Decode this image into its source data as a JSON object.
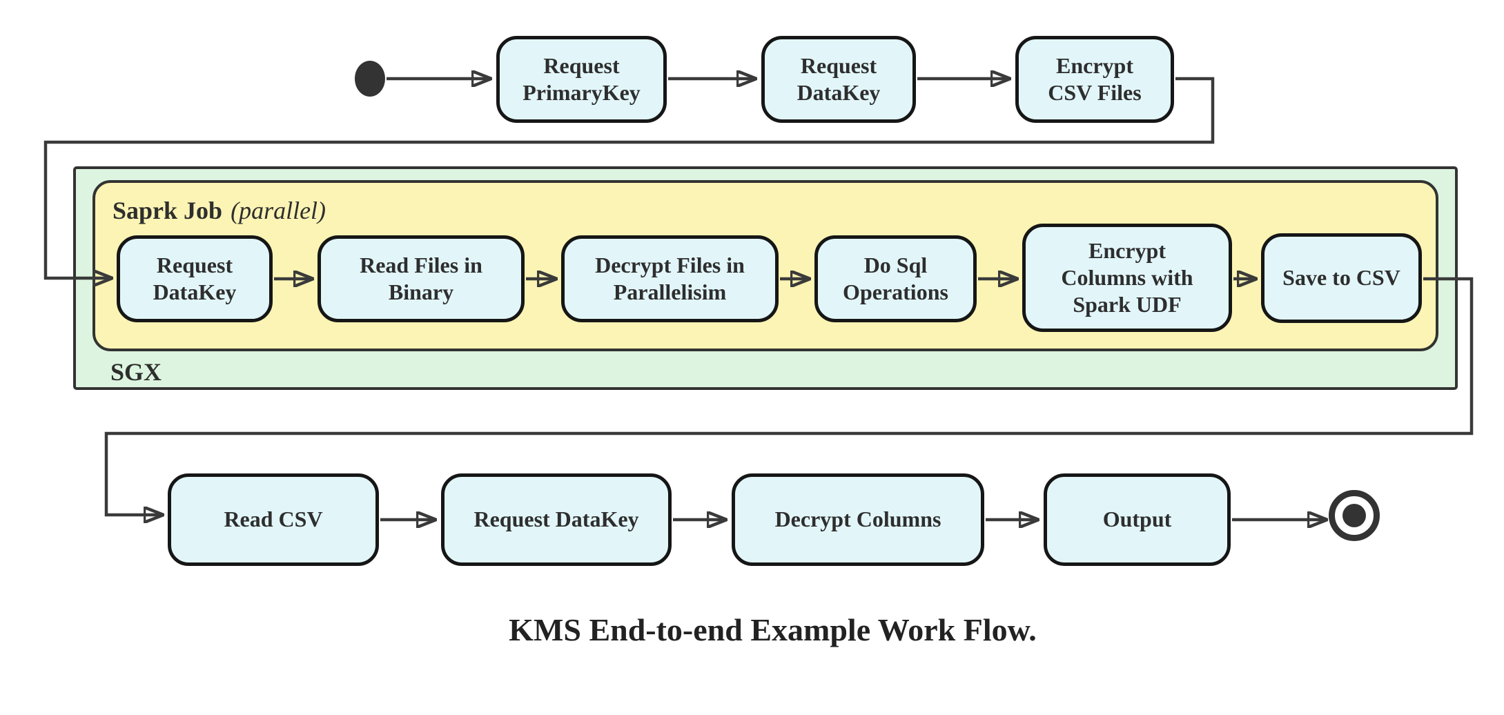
{
  "diagram": {
    "caption": "KMS End-to-end Example Work Flow.",
    "top_row_nodes": [
      {
        "label": "Request\nPrimaryKey"
      },
      {
        "label": "Request\nDataKey"
      },
      {
        "label": "Encrypt\nCSV Files"
      }
    ],
    "sgx_group": {
      "label": "SGX",
      "spark_group": {
        "name": "Saprk Job",
        "qualifier": "(parallel)",
        "nodes": [
          {
            "label": "Request\nDataKey"
          },
          {
            "label": "Read Files in\nBinary"
          },
          {
            "label": "Decrypt Files in\nParallelisim"
          },
          {
            "label": "Do Sql\nOperations"
          },
          {
            "label": "Encrypt\nColumns with\nSpark UDF"
          },
          {
            "label": "Save to CSV"
          }
        ]
      }
    },
    "bottom_row_nodes": [
      {
        "label": "Read CSV"
      },
      {
        "label": "Request DataKey"
      },
      {
        "label": "Decrypt Columns"
      },
      {
        "label": "Output"
      }
    ],
    "flow_edges": [
      "start -> Request PrimaryKey",
      "Request PrimaryKey -> Request DataKey",
      "Request DataKey -> Encrypt CSV Files",
      "Encrypt CSV Files -> SGX Request DataKey",
      "Request DataKey -> Read Files in Binary",
      "Read Files in Binary -> Decrypt Files in Parallelisim",
      "Decrypt Files in Parallelisim -> Do Sql Operations",
      "Do Sql Operations -> Encrypt Columns with Spark UDF",
      "Encrypt Columns with Spark UDF -> Save to CSV",
      "Save to CSV -> Read CSV",
      "Read CSV -> Request DataKey",
      "Request DataKey -> Decrypt Columns",
      "Decrypt Columns -> Output",
      "Output -> end"
    ],
    "colors": {
      "node_fill": "#e2f6fa",
      "node_border": "#161616",
      "sgx_fill": "#ddf5e0",
      "spark_fill": "#fbf4b4",
      "container_border": "#333333",
      "edge_color": "#3a3a3a",
      "text_color": "#2e2e2e"
    }
  }
}
